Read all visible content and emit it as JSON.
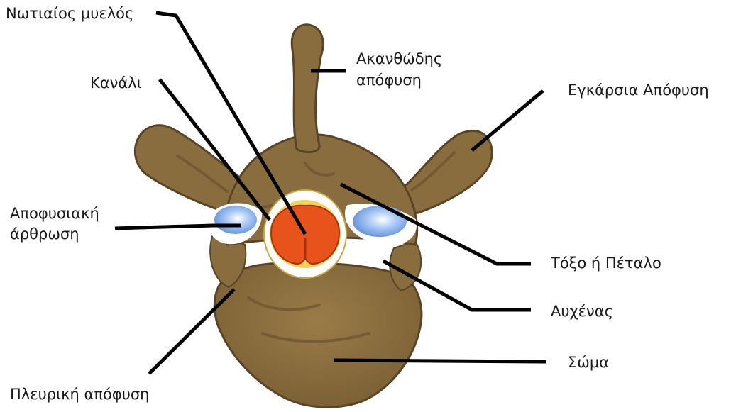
{
  "diagram": {
    "colors": {
      "bone": "#8a6d3f",
      "bone_dark": "#6b5230",
      "bone_light": "#a58852",
      "canal": "#ffffff",
      "canal_ring": "#e8c84a",
      "spinal_cord": "#e8531c",
      "joint": "#7aa8e8",
      "leader": "#000000"
    },
    "labels": {
      "spinal_cord": "Νωτιαίος μυελός",
      "spinous_process_1": "Ακανθώδης",
      "spinous_process_2": "απόφυση",
      "canal": "Κανάλι",
      "transverse_process": "Εγκάρσια Απόφυση",
      "facet_joint_1": "Αποφυσιακή",
      "facet_joint_2": "άρθρωση",
      "lamina": "Τόξο ή Πέταλο",
      "pedicle": "Αυχένας",
      "body": "Σώμα",
      "costal_process": "Πλευρική απόφυση"
    }
  }
}
